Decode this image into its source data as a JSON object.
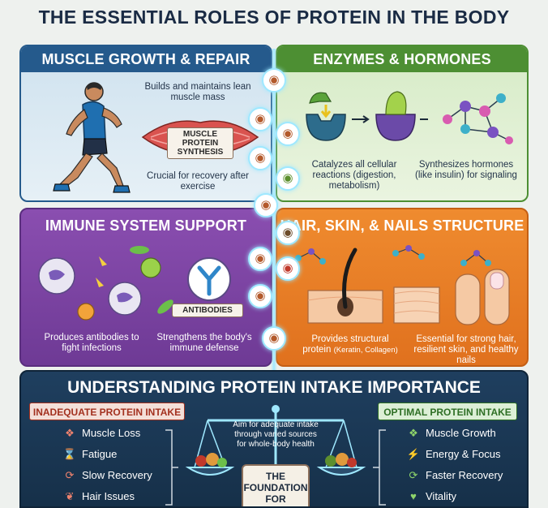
{
  "title": "THE ESSENTIAL ROLES OF PROTEIN IN THE BODY",
  "panels": {
    "muscle": {
      "title": "MUSCLE GROWTH & REPAIR",
      "text1": "Builds and maintains lean muscle mass",
      "label": "MUSCLE PROTEIN SYNTHESIS",
      "text2": "Crucial for recovery after exercise"
    },
    "enzymes": {
      "title": "ENZYMES & HORMONES",
      "text1": "Catalyzes all cellular reactions (digestion, metabolism)",
      "text2": "Synthesizes hormones (like insulin) for signaling"
    },
    "immune": {
      "title": "IMMUNE SYSTEM SUPPORT",
      "label": "ANTIBODIES",
      "text1": "Produces antibodies to fight infections",
      "text2": "Strengthens the body's immune defense"
    },
    "hair": {
      "title": "HAIR, SKIN, & NAILS STRUCTURE",
      "text1": "Provides structural protein",
      "text1b": "(Keratin, Collagen)",
      "text2": "Essential for strong hair, resilient skin, and healthy nails"
    }
  },
  "intake": {
    "title": "UNDERSTANDING PROTEIN INTAKE IMPORTANCE",
    "inadequate": {
      "label": "INADEQUATE PROTEIN INTAKE",
      "items": [
        "Muscle Loss",
        "Fatigue",
        "Slow Recovery",
        "Hair Issues"
      ]
    },
    "optimal": {
      "label": "OPTIMAL PROTEIN INTAKE",
      "items": [
        "Muscle Growth",
        "Energy & Focus",
        "Faster Recovery",
        "Vitality"
      ]
    },
    "center_text": "Aim for adequate intake through varied sources for whole-body health",
    "foundation": "THE FOUNDATION FOR VITALITY"
  },
  "colors": {
    "muscle": "#255a8c",
    "enzymes": "#4d8f33",
    "immune": "#6e3a95",
    "hair": "#e0711e",
    "intake": "#1f3f5f",
    "glow": "#9fe8ff"
  },
  "icons": {
    "inadequate": [
      "flexed-arm-icon",
      "hourglass-icon",
      "refresh-icon",
      "hair-icon"
    ],
    "optimal": [
      "flexed-arm-icon",
      "lightning-icon",
      "refresh-icon",
      "heartbeat-icon"
    ]
  }
}
